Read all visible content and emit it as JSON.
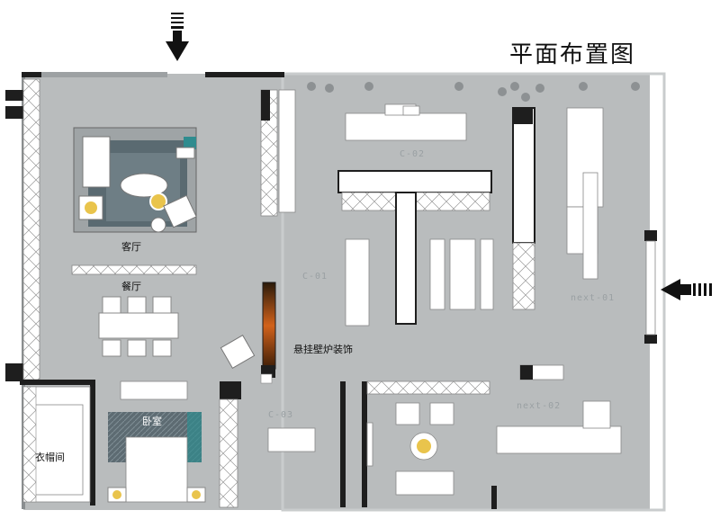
{
  "title": "平面布置图",
  "rooms": {
    "living": "客厅",
    "dining": "餐厅",
    "bedroom": "卧室",
    "closet": "衣帽间",
    "fireplace": "悬挂壁炉装饰"
  },
  "zones": {
    "c01": "C-01",
    "c02": "C-02",
    "c03": "C-03",
    "next01": "next-01",
    "next02": "next-02"
  },
  "colors": {
    "floor": "#b9bcbd",
    "wall": "#1e1e1e",
    "fixture": "#ffffff",
    "rug": "#4f5f66",
    "accent_teal": "#2f8c8f",
    "lamp": "#e9c44c",
    "fire": "#d2621b"
  }
}
